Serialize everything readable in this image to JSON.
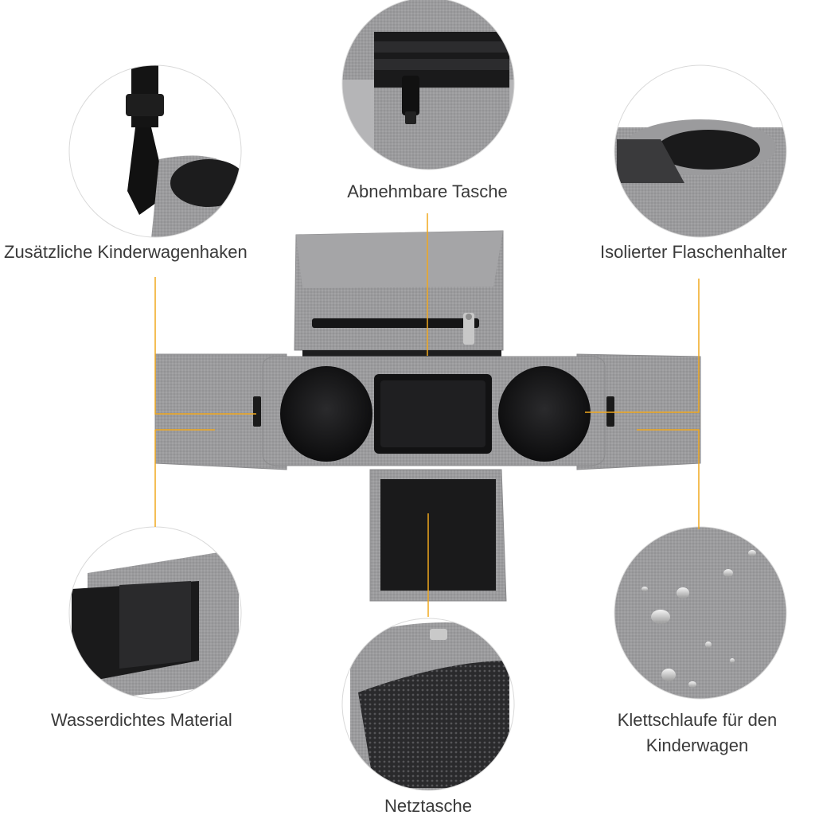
{
  "callouts": {
    "top_center": "Abnehmbare Tasche",
    "upper_left": "Zusätzliche Kinderwagenhaken",
    "upper_right": "Isolierter Flaschenhalter",
    "lower_left": "Wasserdichtes Material",
    "lower_right_line1": "Klettschlaufe für den",
    "lower_right_line2": "Kinderwagen",
    "bottom_center": "Netztasche"
  },
  "colors": {
    "leader_line": "#f0a81e",
    "fabric_gray": "#9a9a9c",
    "fabric_dark": "#7e7e80",
    "lining_black": "#1b1b1d",
    "label_text": "#3a3a3a"
  },
  "icons": {
    "zipper": "zipper-pull",
    "water_drops": "water-droplets",
    "clip": "stroller-hook-clip"
  }
}
